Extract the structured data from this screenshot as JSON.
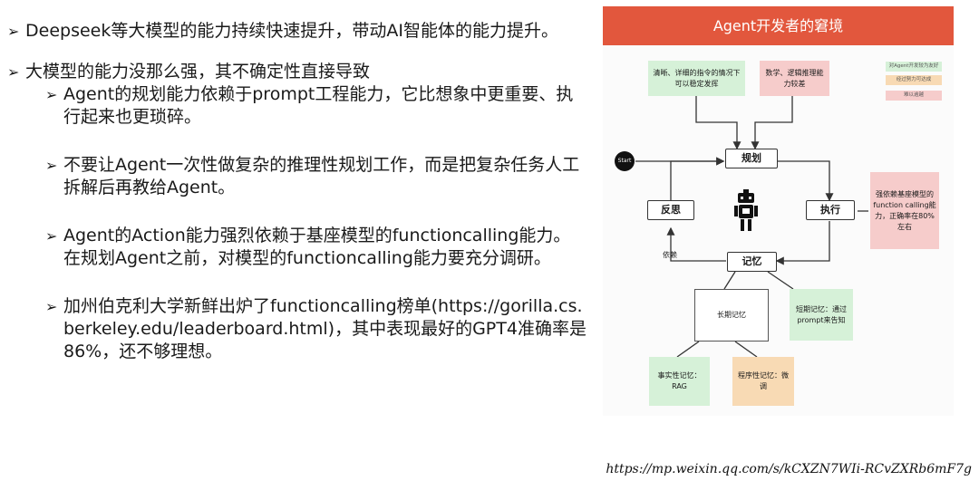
{
  "colors": {
    "accent": "#e2573d",
    "green": "#d6f1d8",
    "red": "#f6cccb",
    "orange": "#f8dab4"
  },
  "bullets": {
    "marker": "➢",
    "p1": "Deepseek等大模型的能力持续快速提升，带动AI智能体的能力提升。",
    "p2": "大模型的能力没那么强，其不确定性直接导致",
    "sub1": "Agent的规划能力依赖于prompt工程能力，它比想象中更重要、执行起来也更琐碎。",
    "sub2": "不要让Agent一次性做复杂的推理性规划工作，而是把复杂任务人工拆解后再教给Agent。",
    "sub3": "Agent的Action能力强烈依赖于基座模型的functioncalling能力。在规划Agent之前，对模型的functioncalling能力要充分调研。",
    "sub4": "加州伯克利大学新鲜出炉了functioncalling榜单(https://gorilla.cs.berkeley.edu/leaderboard.html)，其中表现最好的GPT4准确率是86%，还不够理想。"
  },
  "diagram": {
    "title": "Agent开发者的窘境",
    "legend": [
      "对Agent开发较为友好",
      "经过努力可达成",
      "难以逾越"
    ],
    "start": "Start",
    "nodes": {
      "plan": "规划",
      "reflect": "反思",
      "execute": "执行",
      "memory": "记忆"
    },
    "edge_label": "依赖",
    "notes": {
      "clear_instructions": "清晰、详细的指令的情况下可以稳定发挥",
      "math_logic": "数学、逻辑推理能力较差",
      "function_calling": "强依赖基座模型的function calling能力，正确率在80%左右",
      "long_term": "长期记忆",
      "short_term": "短期记忆：通过prompt来告知",
      "factual": "事实性记忆：RAG",
      "procedural": "程序性记忆：微调"
    }
  },
  "footer": {
    "url": "https://mp.weixin.qq.com/s/kCXZN7WIi-RCvZXRb6mF7g"
  }
}
